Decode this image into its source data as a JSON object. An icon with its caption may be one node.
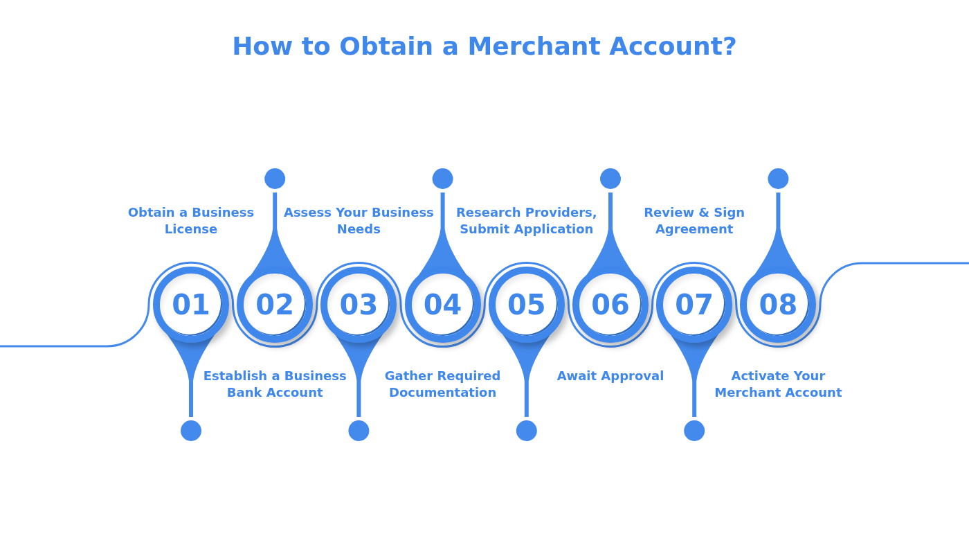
{
  "diagram": {
    "title": "How to Obtain a Merchant Account?",
    "nodes": [
      {
        "text": [
          "01"
        ],
        "beside": [
          "Obtain a Business License"
        ]
      },
      {
        "text": [
          "02"
        ],
        "beside": [
          "Establish a Business Bank Account"
        ]
      },
      {
        "text": [
          "03"
        ],
        "beside": [
          "Assess Your Business Needs"
        ]
      },
      {
        "text": [
          "04"
        ],
        "beside": [
          "Gather Required Documentation"
        ]
      },
      {
        "text": [
          "05"
        ],
        "beside": [
          "Research Providers, Submit Application"
        ]
      },
      {
        "text": [
          "06"
        ],
        "beside": [
          "Await Approval"
        ]
      },
      {
        "text": [
          "07"
        ],
        "beside": [
          "Review & Sign Agreement"
        ]
      },
      {
        "text": [
          "08"
        ],
        "beside": [
          "Activate Your Merchant Account"
        ]
      }
    ]
  }
}
